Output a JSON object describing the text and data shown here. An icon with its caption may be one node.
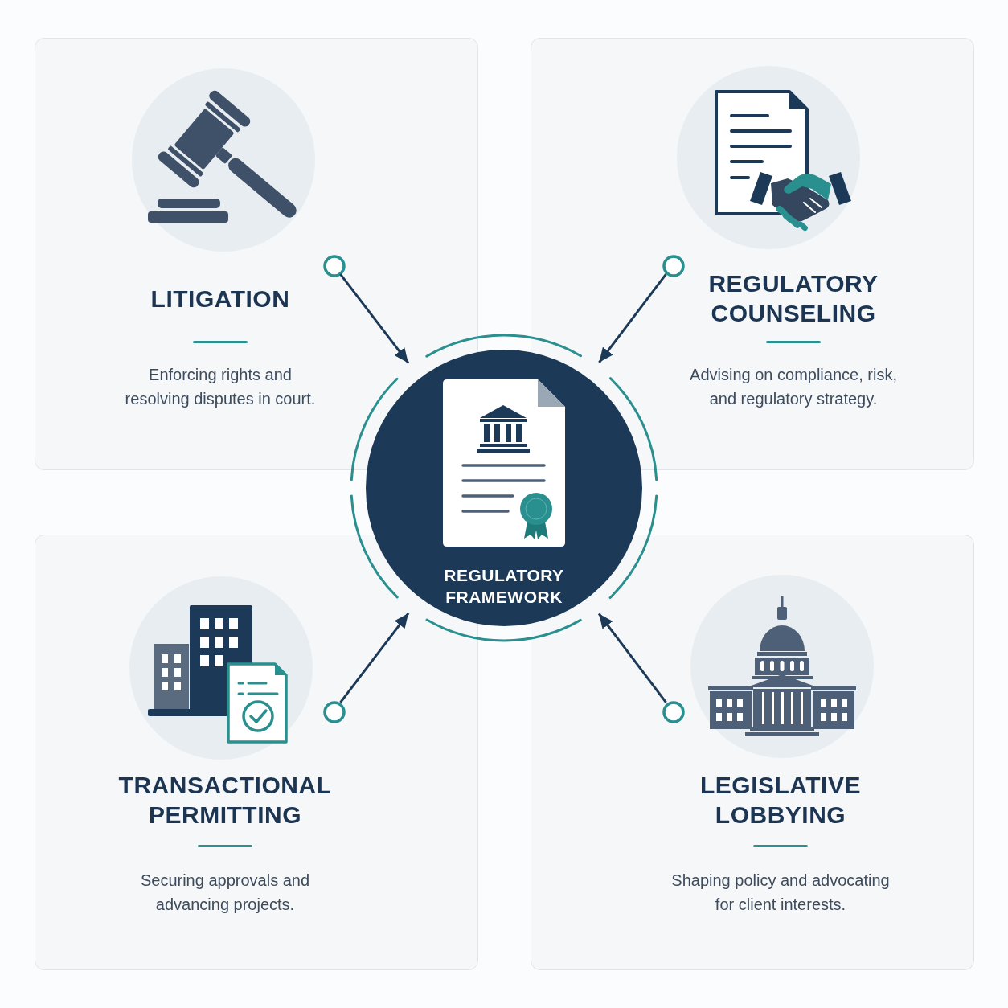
{
  "diagram": {
    "nodes": [
      {
        "text": [
          "LITIGATION",
          "Enforcing rights and resolving disputes in court."
        ]
      },
      {
        "text": [],
        "shape": "circle",
        "in": 0
      },
      {
        "text": [
          "REGULATORY COUNSELING",
          "Advising on compliance, risk, and regulatory strategy."
        ]
      },
      {
        "text": [],
        "shape": "circle",
        "in": 2
      },
      {
        "text": [
          "REGULATORY FRAMEWORK"
        ]
      },
      {
        "text": [
          "TRANSACTIONAL PERMITTING",
          "Securing approvals and advancing projects."
        ]
      },
      {
        "text": [],
        "shape": "circle",
        "in": 5
      },
      {
        "text": [
          "LEGISLATIVE LOBBYING",
          "Shaping policy and advocating for client interests."
        ]
      },
      {
        "text": [],
        "shape": "circle",
        "in": 7
      }
    ],
    "edges": [
      {
        "from": 1,
        "to": 4,
        "arrow": "to"
      },
      {
        "from": 3,
        "to": 4,
        "arrow": "to"
      },
      {
        "from": 6,
        "to": 4,
        "arrow": "to"
      },
      {
        "from": 8,
        "to": 4,
        "arrow": "to"
      }
    ]
  }
}
